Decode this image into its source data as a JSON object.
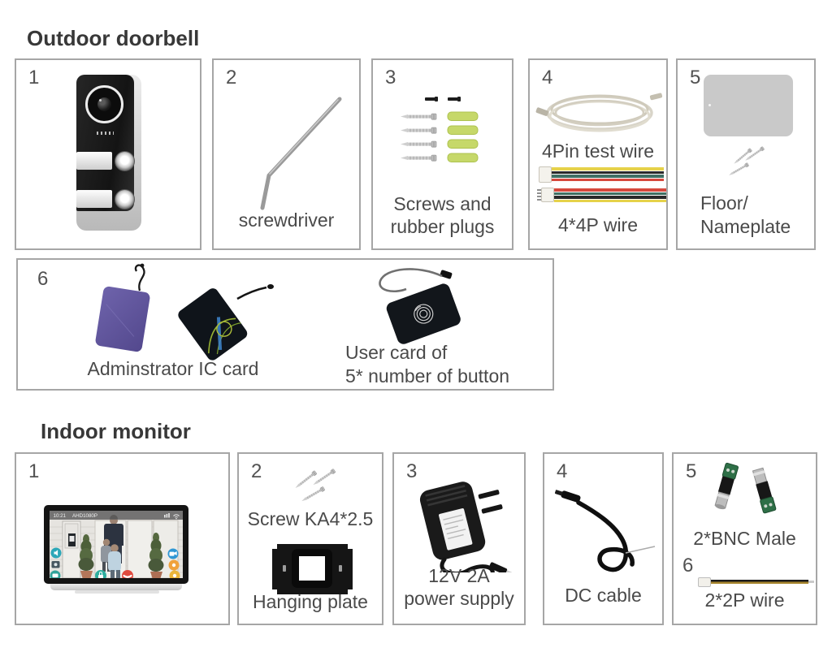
{
  "outdoor": {
    "title": "Outdoor doorbell",
    "box1": {
      "number": "1"
    },
    "box2": {
      "number": "2",
      "label": "screwdriver"
    },
    "box3": {
      "number": "3",
      "label1": "Screws and",
      "label2": "rubber plugs"
    },
    "box4": {
      "number": "4",
      "top_label": "4Pin test wire",
      "bottom_label": "4*4P wire"
    },
    "box5": {
      "number": "5",
      "label1": "Floor/",
      "label2": "Nameplate"
    },
    "box6": {
      "number": "6",
      "admin_label": "Adminstrator IC card",
      "user_label1": "User card of",
      "user_label2": "5* number of button"
    }
  },
  "indoor": {
    "title": "Indoor monitor",
    "box1": {
      "number": "1",
      "screen": {
        "time": "10:21",
        "format": "AHD1080P"
      }
    },
    "box2": {
      "number": "2",
      "screw_label": "Screw KA4*2.5",
      "plate_label": "Hanging plate"
    },
    "box3": {
      "number": "3",
      "label1": "12V 2A",
      "label2": "power supply"
    },
    "box4": {
      "number": "4",
      "label": "DC cable"
    },
    "box5": {
      "number": "5",
      "bnc_label": "2*BNC Male",
      "wire_number": "6",
      "wire_label": "2*2P wire"
    }
  },
  "colors": {
    "box_border": "#a6a6a6",
    "label_text": "#4a4a4a",
    "rubber_plug_green": "#c6d869",
    "ic_card_purple": "#6055a0",
    "bnc_terminal_green": "#2e6f47",
    "ribbon_yellow": "#e6d24a",
    "ribbon_red": "#d6493d",
    "ribbon_teal": "#3f6f63",
    "ribbon_black": "#2a2a2a",
    "screen_icon_teal": "#2ba7b8",
    "screen_icon_blue": "#2f97d4",
    "screen_icon_orange": "#f0a23c",
    "screen_icon_red": "#df4a3e"
  }
}
